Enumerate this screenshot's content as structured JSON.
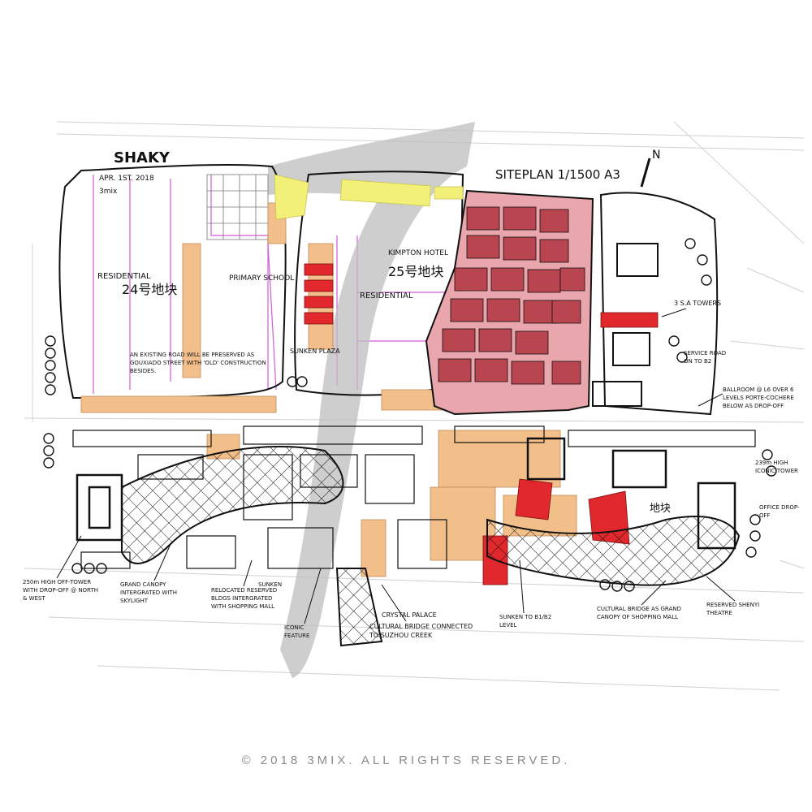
{
  "sheet": {
    "title": "SHAKY",
    "date": "APR. 1ST. 2018",
    "tool": "3mix",
    "plan_title": "SITEPLAN 1/1500 A3",
    "north": "N"
  },
  "labels": {
    "kimpton": "KIMPTON HOTEL",
    "lot25": "25号地块",
    "residential_left": "RESIDENTIAL",
    "lot24": "24号地块",
    "residential_mid": "RESIDENTIAL",
    "primary_school": "PRIMARY SCHOOL",
    "sunken_plaza": "SUNKEN PLAZA",
    "existing_road": "AN EXISTING ROAD WILL BE PRESERVED AS GOUXIADO STREET WITH 'OLD' CONSTRUCTION BESIDES.",
    "sa_towers": "3 S.A TOWERS",
    "service_road": "SERVICE ROAD ON TO B2",
    "ballroom": "BALLROOM @ L6 OVER 6 LEVELS PORTE-COCHERE BELOW AS DROP-OFF",
    "tower_239": "239m HIGH ICONIC TOWER",
    "office_dropoff": "OFFICE DROP-OFF",
    "lot_block": "地块",
    "tower_250": "250m HIGH OFF-TOWER WITH DROP-OFF @ NORTH & WEST",
    "grand_canopy": "GRAND CANOPY INTERGRATED WITH SKYLIGHT",
    "relocated": "RELOCATED RESERVED BLDGS INTERGRATED WITH SHOPPING MALL",
    "sunken": "SUNKEN",
    "iconic_feature": "ICONIC FEATURE",
    "crystal_palace": "CRYSTAL PALACE",
    "cultural_bridge_creek": "CULTURAL BRIDGE CONNECTED TO SUZHOU CREEK",
    "sunken_b1b2": "SUNKEN TO B1/B2 LEVEL",
    "cultural_bridge_canopy": "CULTURAL BRIDGE AS GRAND CANOPY OF SHOPPING MALL",
    "theatre": "RESERVED SHENYI THEATRE"
  },
  "footer": {
    "copyright": "© 2018 3MIX. ALL RIGHTS RESERVED."
  },
  "colors": {
    "ink": "#111111",
    "hotel_pink": "#e9a6ad",
    "hotel_dark": "#b8454f",
    "red": "#e0282d",
    "orange": "#f2bf8a",
    "yellow": "#f3f07a",
    "grey_brush": "#bdbdbd",
    "magenta_line": "#d35ad8"
  }
}
